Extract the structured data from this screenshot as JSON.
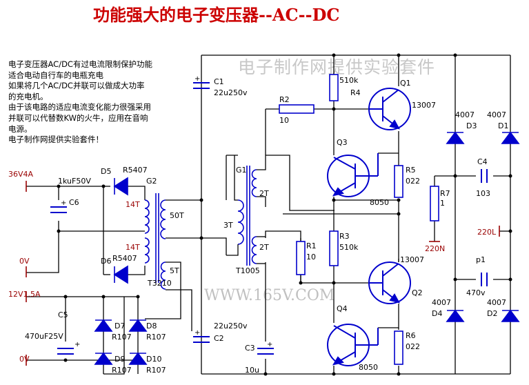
{
  "title": "功能强大的电子变压器--AC--DC",
  "description": [
    "电子变压器AC/DC有过电流限制保护功能",
    "适合电动自行车的电瓶充电",
    "如果将几个AC/DC并联可以做成大功率",
    "的充电机。",
    "由于该电路的适应电流变化能力很强采用",
    "并联可以代替数KW的火牛，应用在音响",
    "电源。",
    "电子制作网提供实验套件！"
  ],
  "watermark_top": "电子制作网提供实验套件",
  "watermark_bottom": "WWW.165V.COM",
  "terminals": {
    "out_36v": "36V4A",
    "gnd_top": "0V",
    "out_12v": "12V1.5A",
    "gnd_bottom": "0V",
    "ac_220n": "220N",
    "ac_220l": "220L"
  },
  "components": {
    "c1": "C1",
    "c1_value": "22u250v",
    "c2": "C2",
    "c2_value": "22u250v",
    "c3": "C3",
    "c3_value": "10u",
    "c4": "C4",
    "c4_value": "103",
    "c5": "C5",
    "c5_value": "470uF25V",
    "c6": "C6",
    "c6_value": "1kuF50V",
    "p1": "p1",
    "p1_value": "470v",
    "r1": "R1",
    "r1_value": "10",
    "r2": "R2",
    "r2_value": "10",
    "r3": "R3",
    "r3_value": "510k",
    "r4": "R4",
    "r4_value": "510k",
    "r5": "R5",
    "r5_value": "022",
    "r6": "R6",
    "r6_value": "022",
    "r7": "R7",
    "r7_value": "1",
    "q1": "Q1",
    "q1_value": "13007",
    "q2": "Q2",
    "q2_value": "13007",
    "q3": "Q3",
    "q3_value": "8050",
    "q4": "Q4",
    "q4_value": "8050",
    "d1": "D1",
    "d2": "D2",
    "d3": "D3",
    "d4": "D4",
    "d1_value": "4007",
    "d2_value": "4007",
    "d3_value": "4007",
    "d4_value": "4007",
    "d5": "D5",
    "d5_value": "R5407",
    "d6": "D6",
    "d6_value": "R5407",
    "d7": "D7",
    "d8": "D8",
    "d9": "D9",
    "d10": "D10",
    "d7_value": "R107",
    "d8_value": "R107",
    "d9_value": "R107",
    "d10_value": "R107",
    "g1": "G1",
    "g2": "G2",
    "t1": "T1005",
    "t2": "T3210",
    "w_14t_a": "14T",
    "w_14t_b": "14T",
    "w_50t": "50T",
    "w_5t": "5T",
    "w_2t_a": "2T",
    "w_2t_b": "2T",
    "w_3t": "3T"
  },
  "colors": {
    "title": "#cc0000",
    "wire": "#000000",
    "component": "#0000cc",
    "terminal": "#990000",
    "watermark": "#c8c8c8"
  }
}
